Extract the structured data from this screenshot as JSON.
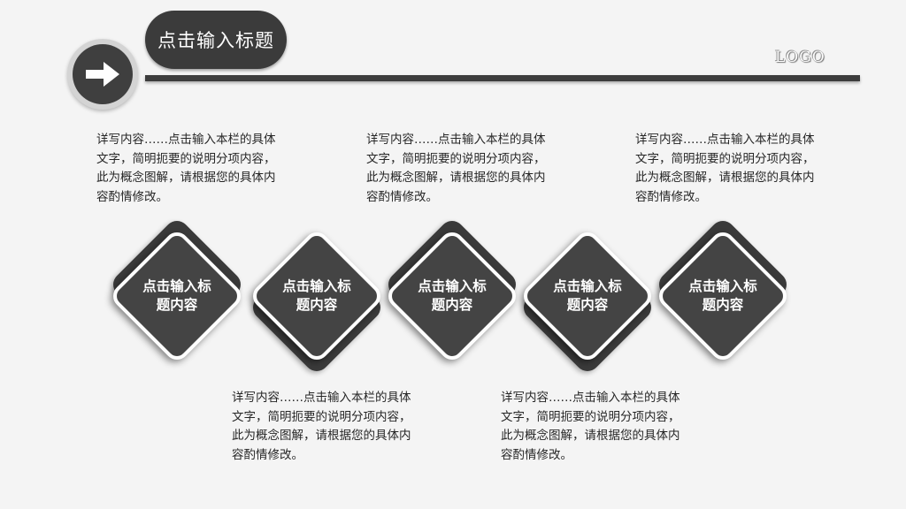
{
  "header": {
    "title": "点击输入标题",
    "logo": "LOGO",
    "icon": "arrow-right-icon"
  },
  "nodes": [
    {
      "label": "点击输入标题内容"
    },
    {
      "label": "点击输入标题内容"
    },
    {
      "label": "点击输入标题内容"
    },
    {
      "label": "点击输入标题内容"
    },
    {
      "label": "点击输入标题内容"
    }
  ],
  "descriptions": [
    "详写内容……点击输入本栏的具体文字，简明扼要的说明分项内容，此为概念图解，请根据您的具体内容酌情修改。",
    "详写内容……点击输入本栏的具体文字，简明扼要的说明分项内容，此为概念图解，请根据您的具体内容酌情修改。",
    "详写内容……点击输入本栏的具体文字，简明扼要的说明分项内容，此为概念图解，请根据您的具体内容酌情修改。",
    "详写内容……点击输入本栏的具体文字，简明扼要的说明分项内容，此为概念图解，请根据您的具体内容酌情修改。",
    "详写内容……点击输入本栏的具体文字，简明扼要的说明分项内容，此为概念图解，请根据您的具体内容酌情修改。"
  ],
  "colors": {
    "background": "#f4f4f4",
    "dark": "#3b3b3b",
    "text": "#262626"
  }
}
